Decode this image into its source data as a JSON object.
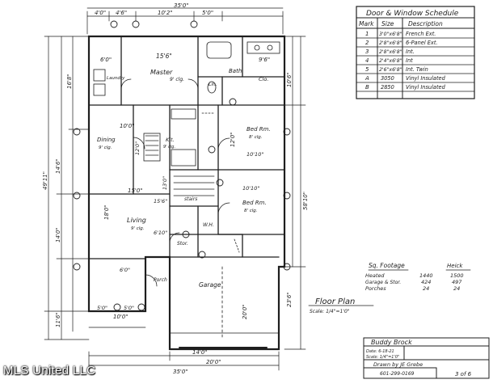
{
  "schedule": {
    "title": "Door & Window Schedule",
    "headers": [
      "Mark",
      "Size",
      "Description"
    ],
    "rows": [
      [
        "1",
        "3'0\"x6'8\"",
        "French Ext."
      ],
      [
        "2",
        "2'8\"x6'8\"",
        "6-Panel Ext."
      ],
      [
        "3",
        "2'8\"x6'8\"",
        "Int."
      ],
      [
        "4",
        "2'4\"x6'8\"",
        "Int"
      ],
      [
        "5",
        "2'6\"x6'8\"",
        "Int. Twin"
      ],
      [
        "A",
        "3050",
        "Vinyl Insulated"
      ],
      [
        "B",
        "2850",
        "Vinyl Insulated"
      ]
    ]
  },
  "rooms": {
    "master": "Master",
    "master_ceiling": "9' clg.",
    "master_dim": "15'6\"",
    "laundry": "Laundry",
    "laundry_dim": "6'0\"",
    "bath": "Bath",
    "bath_dim": "9'6\"",
    "clo": "Clo.",
    "lin": "Lin.",
    "dining": "Dining",
    "dining_ceiling": "9' clg.",
    "dining_dim": "10'0\"",
    "kitchen": "Kit.",
    "kitchen_ceiling": "9' clg.",
    "kitchen_dim": "12'0\"",
    "bed1": "Bed Rm.",
    "bed1_ceiling": "8' clg.",
    "bed1_dim": "12'0\"",
    "bed1_dim2": "10'10\"",
    "bed2": "Bed Rm.",
    "bed2_ceiling": "8' clg.",
    "bed2_dim": "10'10\"",
    "stairs": "stairs",
    "wh": "W.H.",
    "living": "Living",
    "living_ceiling": "9' clg.",
    "living_dim": "15'0\"",
    "living_dim2": "18'0\"",
    "porch": "Porch",
    "porch_dim": "6'0\"",
    "stor": "Stor.",
    "garage": "Garage",
    "garage_dim": "20'0\""
  },
  "dims": {
    "top1": "4'0\"",
    "top2": "4'6\"",
    "top3": "10'2\"",
    "top4": "5'0\"",
    "overall_width": "35'0\"",
    "left_total": "49'11\"",
    "left_a": "16'8\"",
    "left_b": "14'6\"",
    "left_c": "14'0\"",
    "left_d": "11'6\"",
    "right_total": "58'10\"",
    "right_a": "10'6\"",
    "right_b": "23'6\"",
    "bottom_a": "14'0\"",
    "bottom_b": "20'0\"",
    "bottom_c": "35'0\"",
    "porch_w": "10'0\"",
    "porch_a": "5'0\"",
    "porch_b": "5'0\"",
    "mid_a": "15'6\"",
    "mid_b": "6'10\"",
    "mid_c": "13'0\""
  },
  "sqft": {
    "title": "Sq. Footage",
    "col2": "Heick",
    "rows": [
      [
        "Heated",
        "1440",
        "1500"
      ],
      [
        "Garage & Stor.",
        "424",
        "497"
      ],
      [
        "Porches",
        "24",
        "24"
      ]
    ]
  },
  "floorplan": {
    "title": "Floor Plan",
    "scale": "Scale: 1/4\"=1'0\""
  },
  "titleblock": {
    "name": "Buddy Brock",
    "date": "Date: 6-18-21",
    "scale": "Scale: 1/4\"=1'0\"",
    "drawn": "Drawn by JE Grebe",
    "phone": "601-299-0169",
    "sheet": "3 of 6"
  },
  "watermark": "MLS United LLC",
  "colors": {
    "ink": "#1e1e1e",
    "paper": "#ffffff",
    "watermark": "#ffffff"
  }
}
